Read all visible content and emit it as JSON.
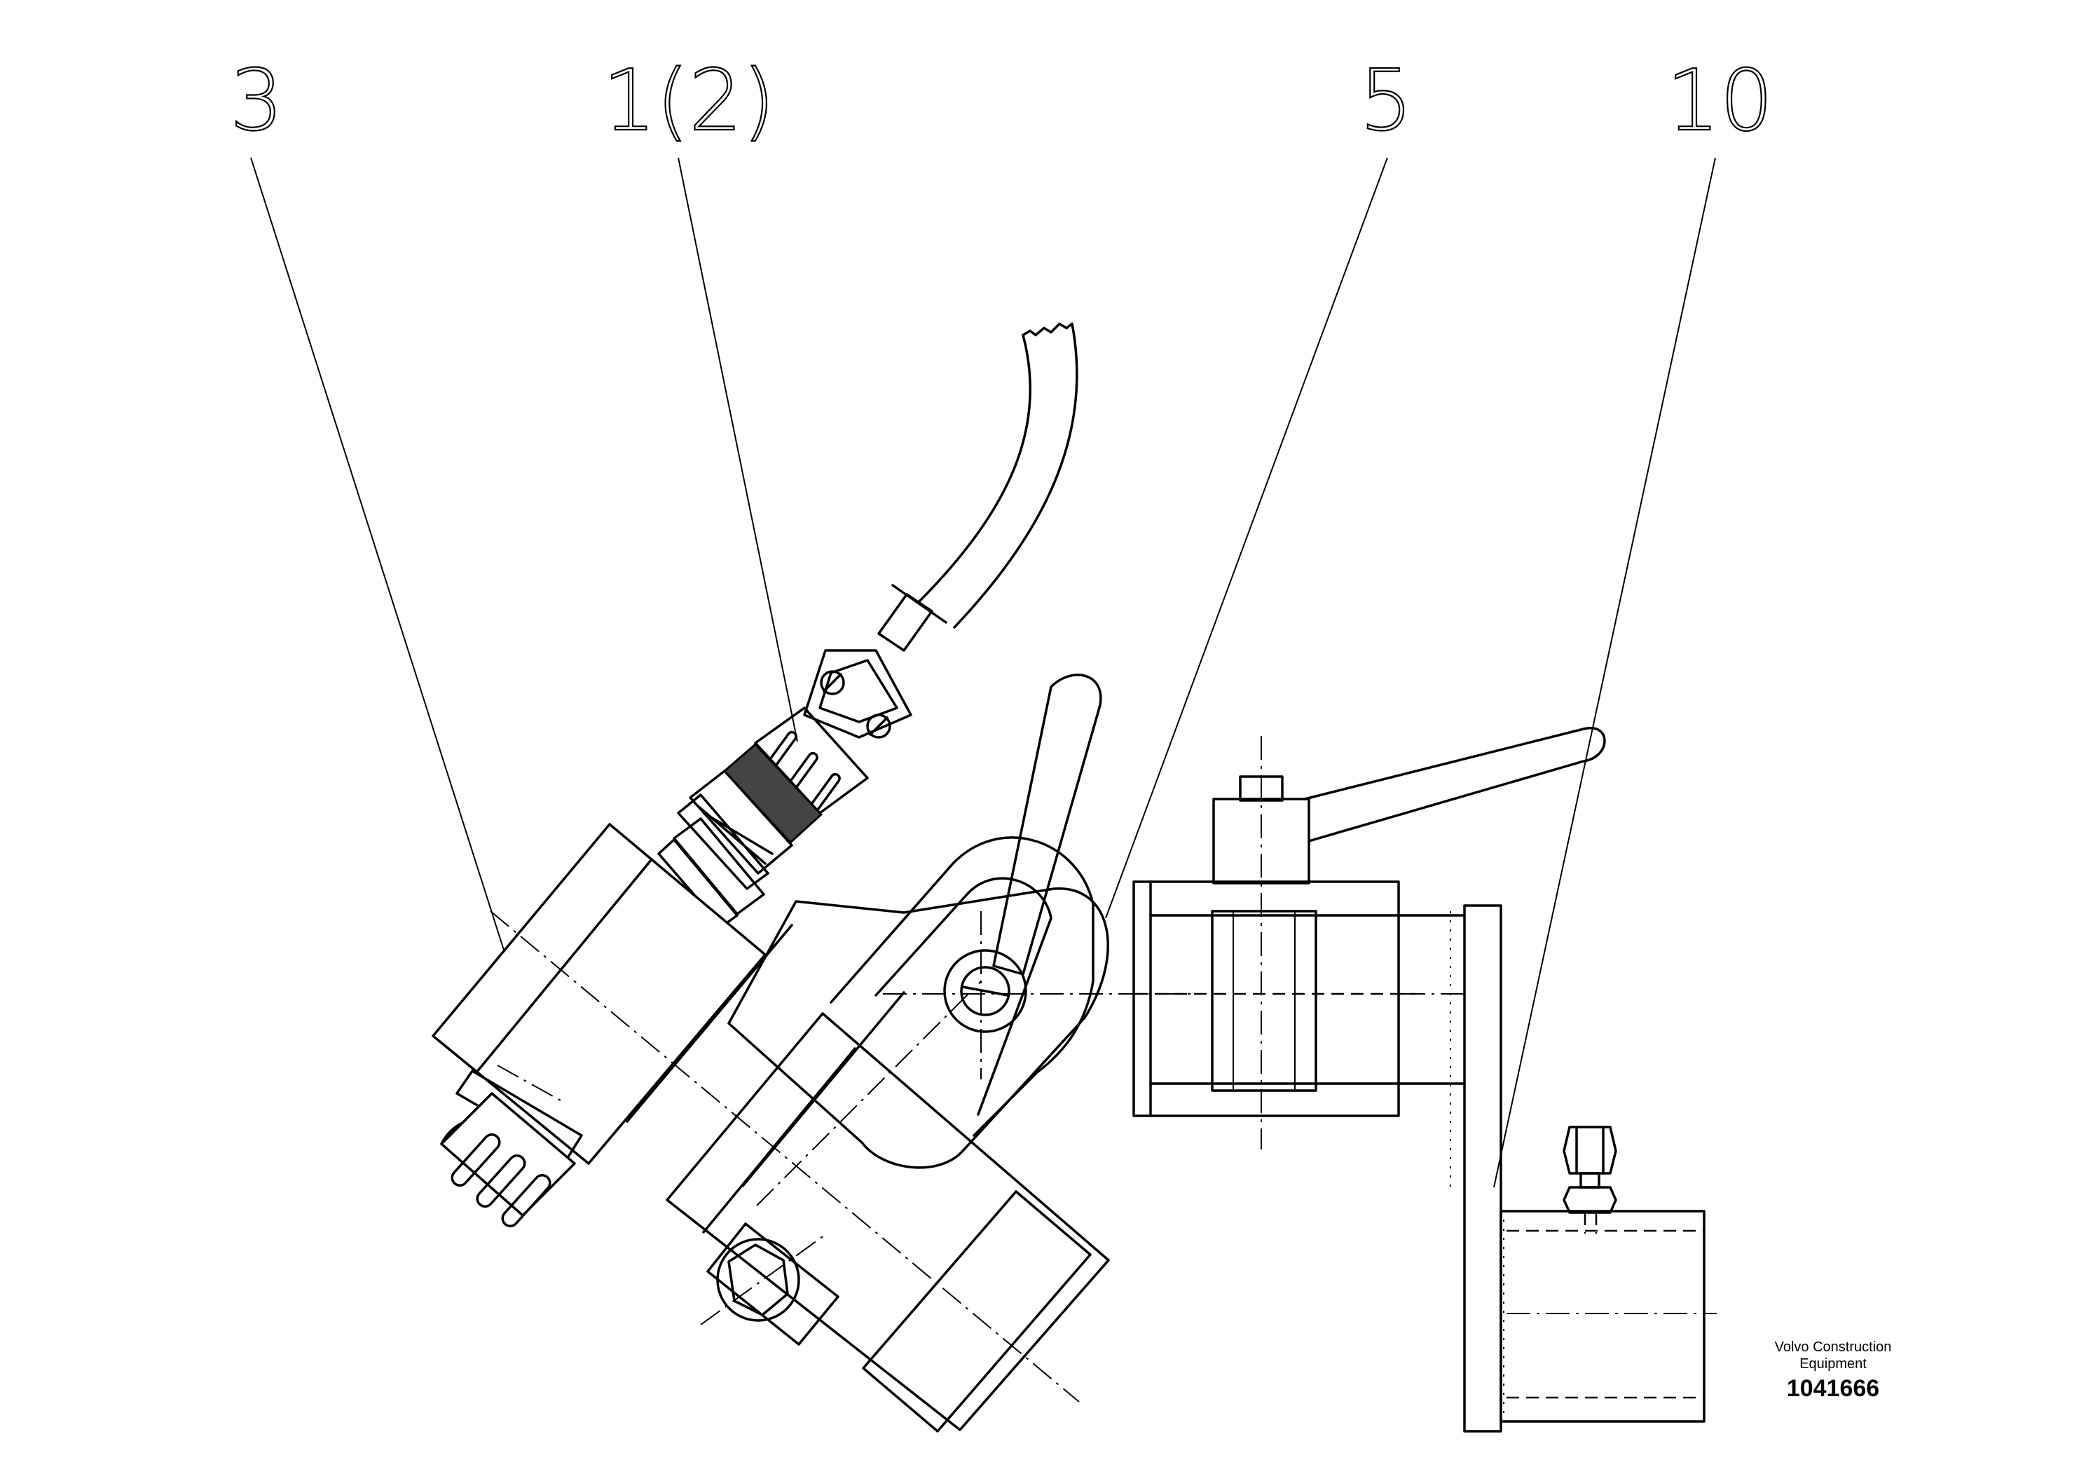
{
  "drawing": {
    "callouts": [
      {
        "id": "c3",
        "label": "3"
      },
      {
        "id": "c1",
        "label": "1(2)"
      },
      {
        "id": "c5",
        "label": "5"
      },
      {
        "id": "c10",
        "label": "10"
      }
    ],
    "stamp": {
      "brand_line1": "Volvo Construction",
      "brand_line2": "Equipment",
      "number": "1041666"
    }
  }
}
